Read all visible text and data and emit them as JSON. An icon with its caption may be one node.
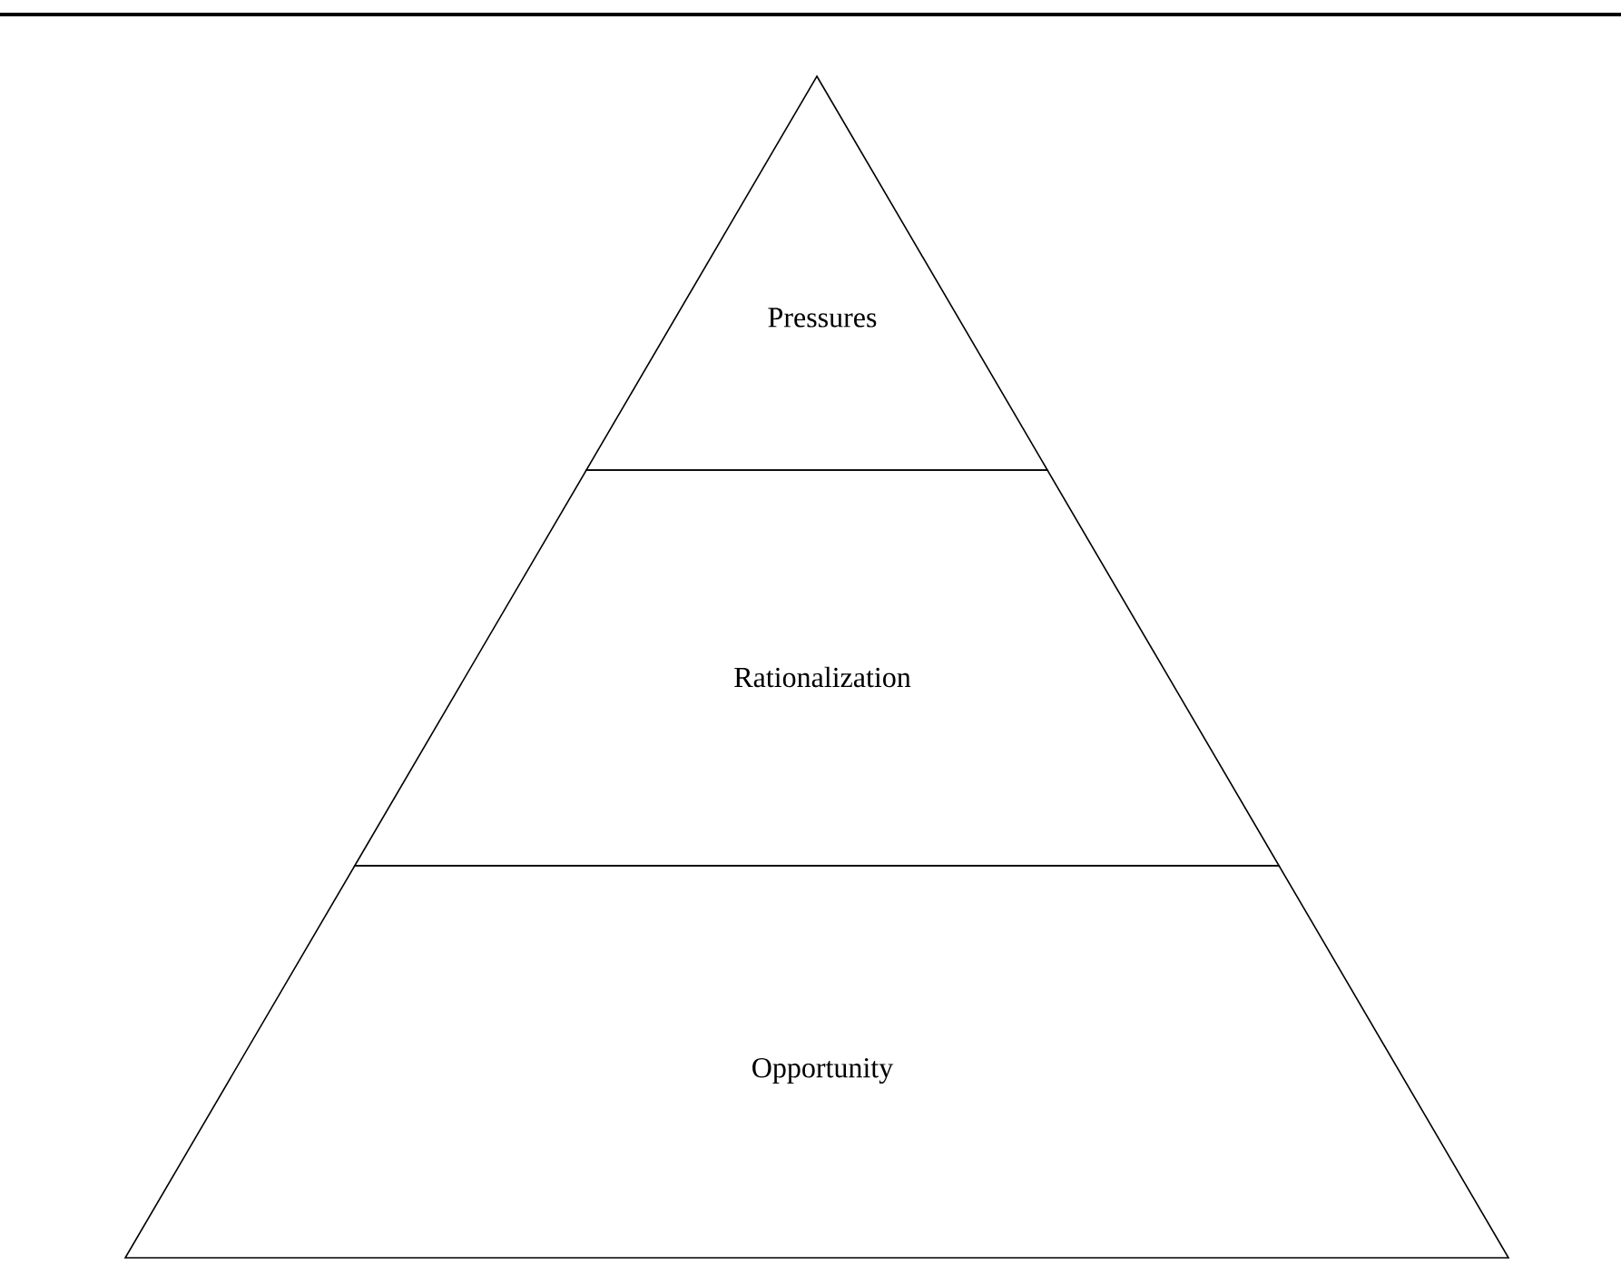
{
  "diagram": {
    "nodes": [
      {
        "text": [
          "Pressures"
        ]
      },
      {
        "text": [
          "Rationalization"
        ]
      },
      {
        "text": [
          "Opportunity"
        ]
      }
    ]
  }
}
